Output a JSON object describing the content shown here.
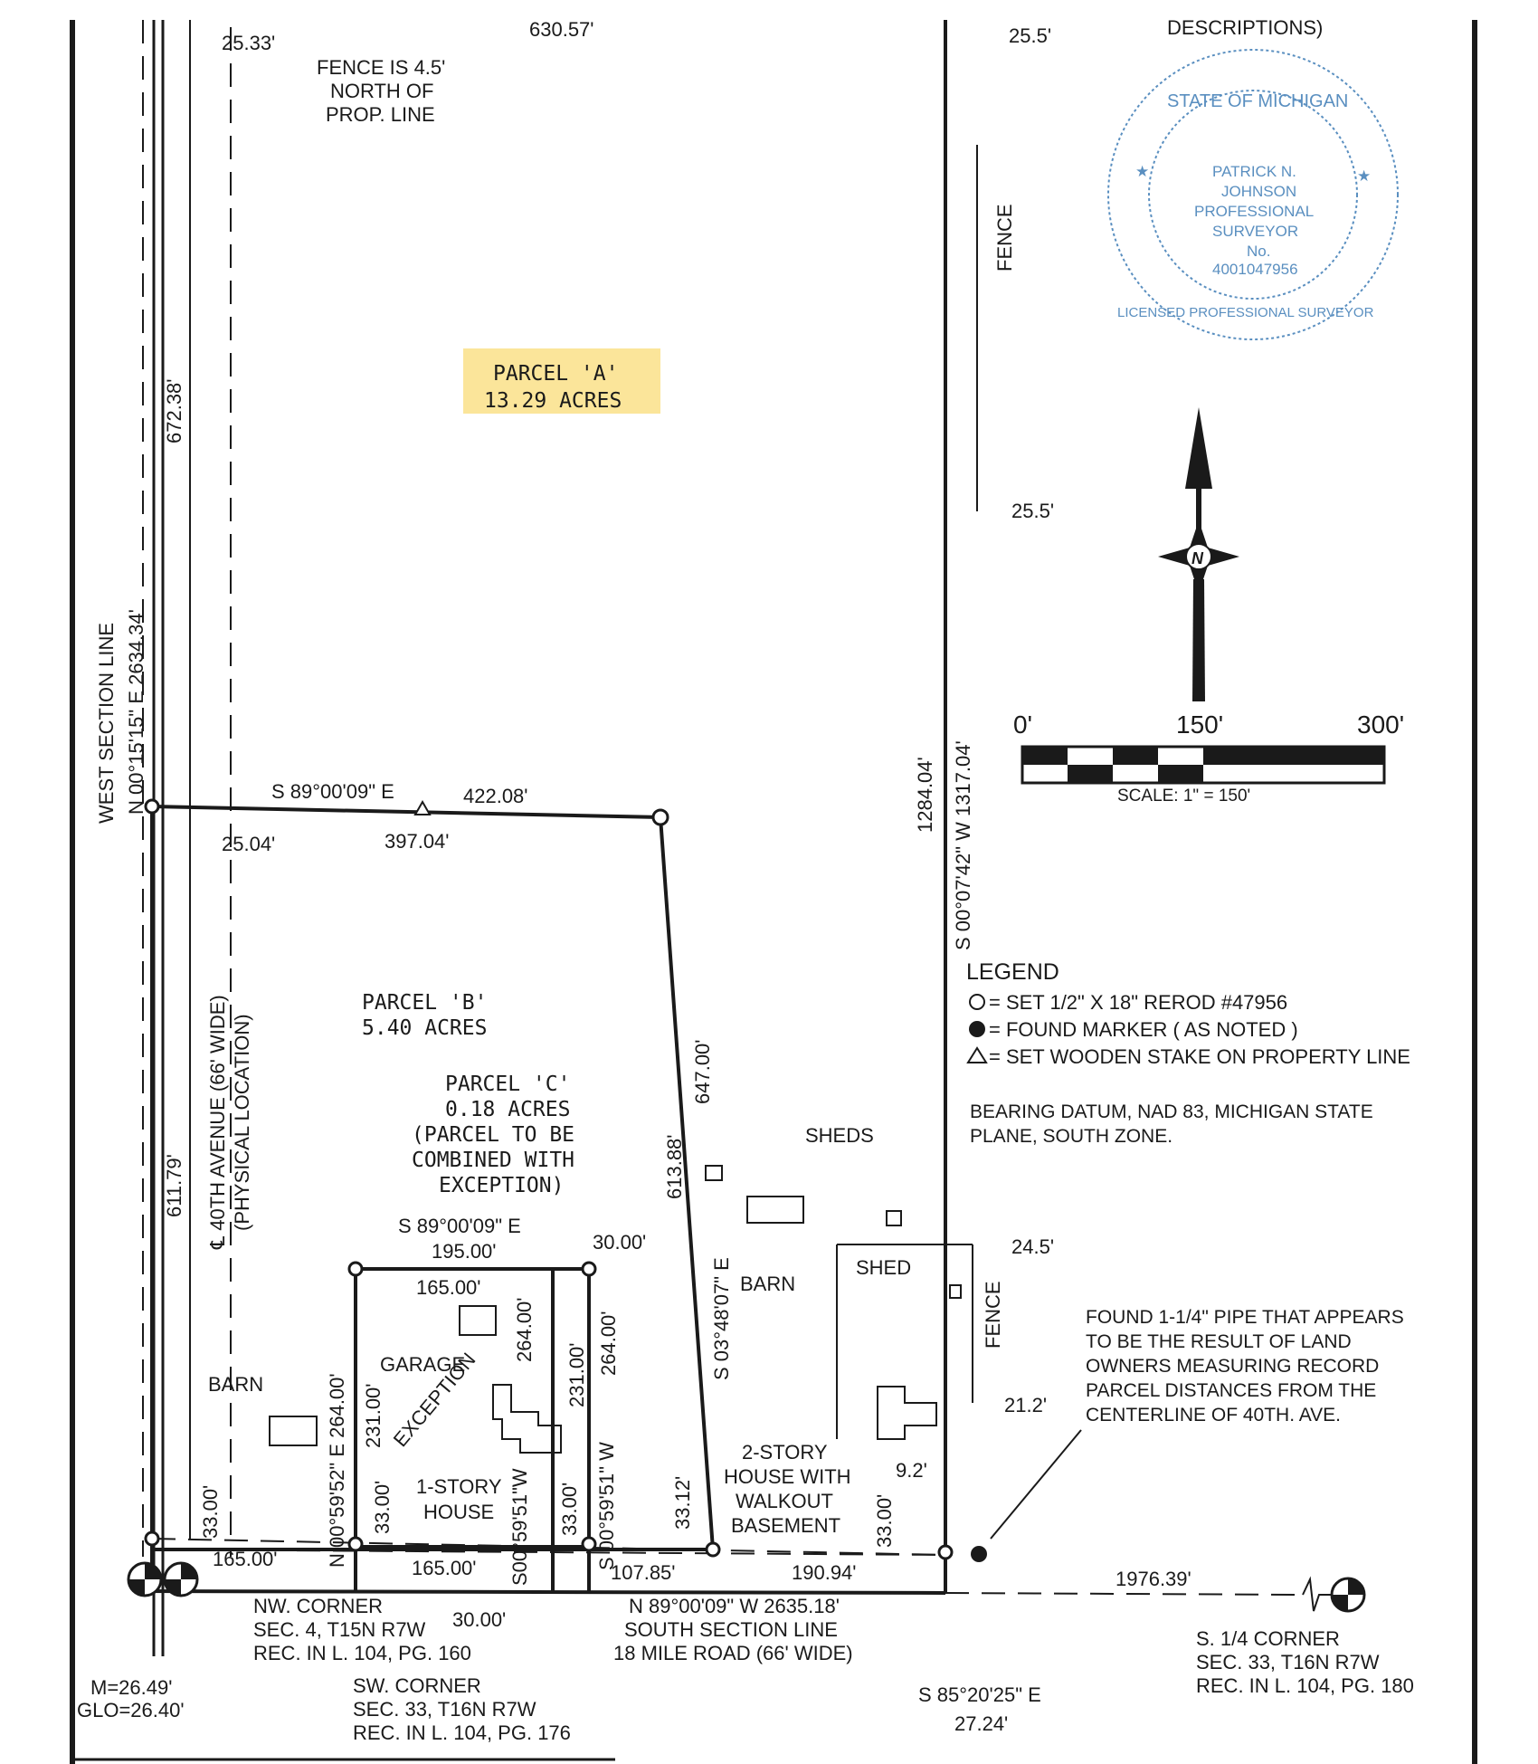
{
  "header": {
    "top_dimension": "630.57'",
    "descriptions": "DESCRIPTIONS)"
  },
  "west_side": {
    "offset_top": "25.33'",
    "fence_note_1": "FENCE IS 4.5'",
    "fence_note_2": "NORTH OF",
    "fence_note_3": "PROP. LINE",
    "dim_672": "672.38'",
    "section_line_label": "WEST SECTION LINE",
    "section_line_bearing": "N  00°15'15\"  E  2634.34'",
    "offset_mid": "25.04'",
    "dim_611": "611.79'",
    "road_label_1": "℄ 40TH AVENUE (66' WIDE)",
    "road_label_2": "(PHYSICAL LOCATION)",
    "dim_33_west": "33.00'"
  },
  "parcel_a": {
    "name": "PARCEL  'A'",
    "area": "13.29  ACRES"
  },
  "parcel_b": {
    "name": "PARCEL  'B'",
    "area": "5.40  ACRES",
    "north_bearing": "S  89°00'09\"  E",
    "north_dist": "422.08'",
    "stake_dist": "397.04'",
    "east_dist": "647.00'",
    "east_dist_2": "613.88'",
    "east_bearing": "S  03°48'07\"  E",
    "dim_33_12": "33.12'"
  },
  "parcel_c": {
    "name": "PARCEL  'C'",
    "area": "0.18  ACRES",
    "note_1": "(PARCEL  TO  BE",
    "note_2": "COMBINED  WITH",
    "note_3": "EXCEPTION)"
  },
  "exception": {
    "north_bearing": "S  89°00'09\"  E",
    "north_dist": "195.00'",
    "inner_north": "165.00'",
    "offset": "30.00'",
    "west_bearing": "N  00°59'52\"  E  264.00'",
    "west_231": "231.00'",
    "west_33": "33.00'",
    "label": "EXCEPTION",
    "garage": "GARAGE",
    "house_1": "1-STORY",
    "house_2": "HOUSE",
    "mid_264": "264.00'",
    "mid_bearing": "S00°59'51\"W",
    "mid_33": "33.00'",
    "east_231": "231.00'",
    "east_264": "264.00'",
    "east_bearing": "S  00°59'51\"  W",
    "south_165": "165.00'",
    "south_30": "30.00'"
  },
  "barn_west": "BARN",
  "south_line": {
    "dim_165_west": "165.00'",
    "dim_107": "107.85'",
    "dim_190": "190.94'",
    "bearing": "N  89°00'09\"  W   2635.18'",
    "label_1": "SOUTH SECTION LINE",
    "label_2": "18 MILE ROAD (66' WIDE)",
    "dim_1976": "1976.39'"
  },
  "east_side": {
    "top_offset": "25.5'",
    "fence": "FENCE",
    "mid_offset": "25.5'",
    "dim_1284": "1284.04'",
    "bearing": "S  00°07'42\"  W   1317.04'",
    "sheds": "SHEDS",
    "barn": "BARN",
    "shed": "SHED",
    "offset_245": "24.5'",
    "fence_lower": "FENCE",
    "offset_212": "21.2'",
    "offset_92": "9.2'",
    "dim_33": "33.00'",
    "house_1": "2-STORY",
    "house_2": "HOUSE WITH",
    "house_3": "WALKOUT",
    "house_4": "BASEMENT"
  },
  "seal": {
    "ring_top": "STATE OF MICHIGAN",
    "ring_bottom": "LICENSED PROFESSIONAL SURVEYOR",
    "line_1": "PATRICK N.",
    "line_2": "JOHNSON",
    "line_3": "PROFESSIONAL",
    "line_4": "SURVEYOR",
    "line_5": "No.",
    "line_6": "4001047956",
    "color": "#5a8fc0"
  },
  "highlight_color": "#fbe59a",
  "scale": {
    "tick_0": "0'",
    "tick_150": "150'",
    "tick_300": "300'",
    "label": "SCALE: 1\" = 150'"
  },
  "north_arrow": "N",
  "legend": {
    "title": "LEGEND",
    "item_1": "= SET 1/2\" X 18\" REROD #47956",
    "item_2": "= FOUND MARKER ( AS NOTED )",
    "item_3": "= SET WOODEN STAKE ON PROPERTY LINE",
    "datum_1": "BEARING DATUM, NAD 83, MICHIGAN STATE",
    "datum_2": "PLANE, SOUTH ZONE."
  },
  "pipe_note": {
    "line_1": "FOUND 1-1/4\" PIPE THAT APPEARS",
    "line_2": "TO BE THE RESULT OF LAND",
    "line_3": "OWNERS MEASURING RECORD",
    "line_4": "PARCEL DISTANCES FROM THE",
    "line_5": "CENTERLINE OF 40TH. AVE."
  },
  "corners": {
    "nw_1": "NW. CORNER",
    "nw_2": "SEC. 4, T15N R7W",
    "nw_3": "REC. IN L. 104, PG. 160",
    "m": "M=26.49'",
    "glo": "GLO=26.40'",
    "sw_1": "SW. CORNER",
    "sw_2": "SEC. 33, T16N R7W",
    "sw_3": "REC. IN L. 104, PG. 176",
    "s_bearing": "S  85°20'25\"  E",
    "s_dist": "27.24'",
    "s14_1": "S. 1/4 CORNER",
    "s14_2": "SEC. 33, T16N R7W",
    "s14_3": "REC. IN L. 104, PG. 180"
  }
}
